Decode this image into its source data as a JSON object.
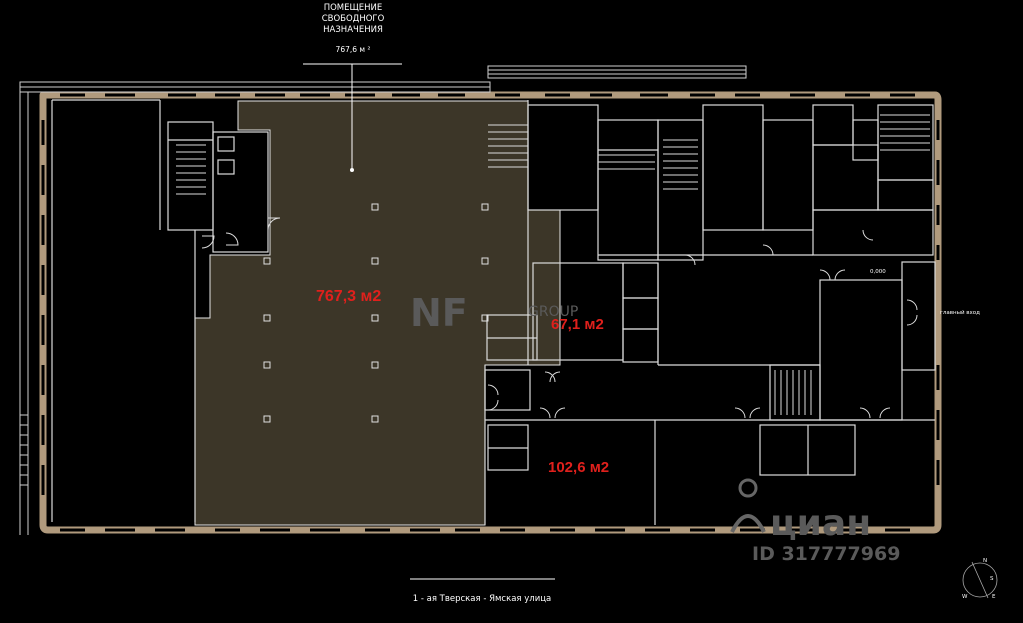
{
  "header": {
    "line1": "ПОМЕЩЕНИЕ",
    "line2": "СВОБОДНОГО",
    "line3": "НАЗНАЧЕНИЯ",
    "area": "767,6 м ²"
  },
  "areas": {
    "main": "767,3 м2",
    "middle": "67,1 м2",
    "bottom": "102,6 м2"
  },
  "labels": {
    "entrance": "главный вход",
    "level": "0,000",
    "street": "1 - ая Тверская - Ямская улица"
  },
  "watermarks": {
    "nf": "NF",
    "group": "GROUP",
    "cian": "циан",
    "cian_id": "ID 317777969"
  },
  "compass": {
    "n": "N",
    "s": "S",
    "w": "W",
    "e": "E"
  },
  "colors": {
    "wall": "#b09a7d",
    "highlight_fill": "#3c3628",
    "line": "#dcdcdc",
    "background": "#000000",
    "area_label": "#e0201c"
  }
}
